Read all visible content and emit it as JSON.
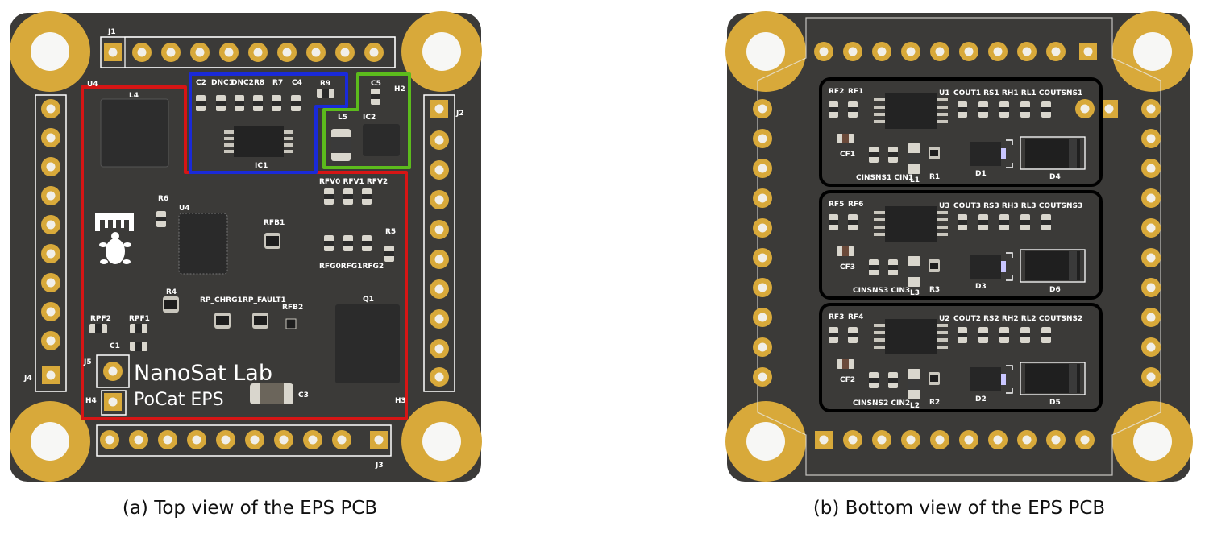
{
  "colors": {
    "board": "#3b3a38",
    "board_edge": "#55534f",
    "pad_gold": "#d8a93a",
    "silkscreen": "#ffffff",
    "ic_body": "#262626",
    "region_red": "#d61515",
    "region_blue": "#1a2ad8",
    "region_green": "#5cbb1c",
    "region_black": "#000000"
  },
  "top_view": {
    "caption": "(a) Top view of the EPS PCB",
    "brand_line1": "NanoSat Lab",
    "brand_line2": "PoCat EPS",
    "labels": {
      "J1": "J1",
      "J2": "J2",
      "J3": "J3",
      "J4": "J4",
      "J5": "J5",
      "H2": "H2",
      "H3": "H3",
      "H4": "H4",
      "U4top": "U4",
      "L4": "L4",
      "C2": "C2",
      "DNC1": "DNC1",
      "DNC2": "DNC2",
      "R8": "R8",
      "R7": "R7",
      "C4": "C4",
      "R9": "R9",
      "C5": "C5",
      "L5": "L5",
      "IC2": "IC2",
      "IC1": "IC1",
      "RFV": "RFV0 RFV1 RFV2",
      "R6": "R6",
      "U4": "U4",
      "RFB1": "RFB1",
      "R5": "R5",
      "RFG": "RFG0RFG1RFG2",
      "R4": "R4",
      "RP_CHRG1": "RP_CHRG1",
      "RP_FAULT1": "RP_FAULT1",
      "RFB2": "RFB2",
      "Q1": "Q1",
      "RPF2": "RPF2",
      "RPF1": "RPF1",
      "C1": "C1",
      "C3": "C3"
    }
  },
  "bottom_view": {
    "caption": "(b) Bottom view of the EPS PCB",
    "channels": [
      {
        "rf_a": "RF2",
        "rf_b": "RF1",
        "u": "U1",
        "header": "COUT1 RS1   RH1   RL1 COUTSNS1",
        "cf": "CF1",
        "cin": "CINSNS1 CIN1",
        "l": "L1",
        "r": "R1",
        "d_small": "D1",
        "d_big": "D4"
      },
      {
        "rf_a": "RF5",
        "rf_b": "RF6",
        "u": "U3",
        "header": "COUT3 RS3   RH3  RL3 COUTSNS3",
        "cf": "CF3",
        "cin": "CINSNS3 CIN3",
        "l": "L3",
        "r": "R3",
        "d_small": "D3",
        "d_big": "D6"
      },
      {
        "rf_a": "RF3",
        "rf_b": "RF4",
        "u": "U2",
        "header": "COUT2 RS2   RH2   RL2 COUTSNS2",
        "cf": "CF2",
        "cin": "CINSNS2 CIN2",
        "l": "L2",
        "r": "R2",
        "d_small": "D2",
        "d_big": "D5"
      }
    ]
  }
}
